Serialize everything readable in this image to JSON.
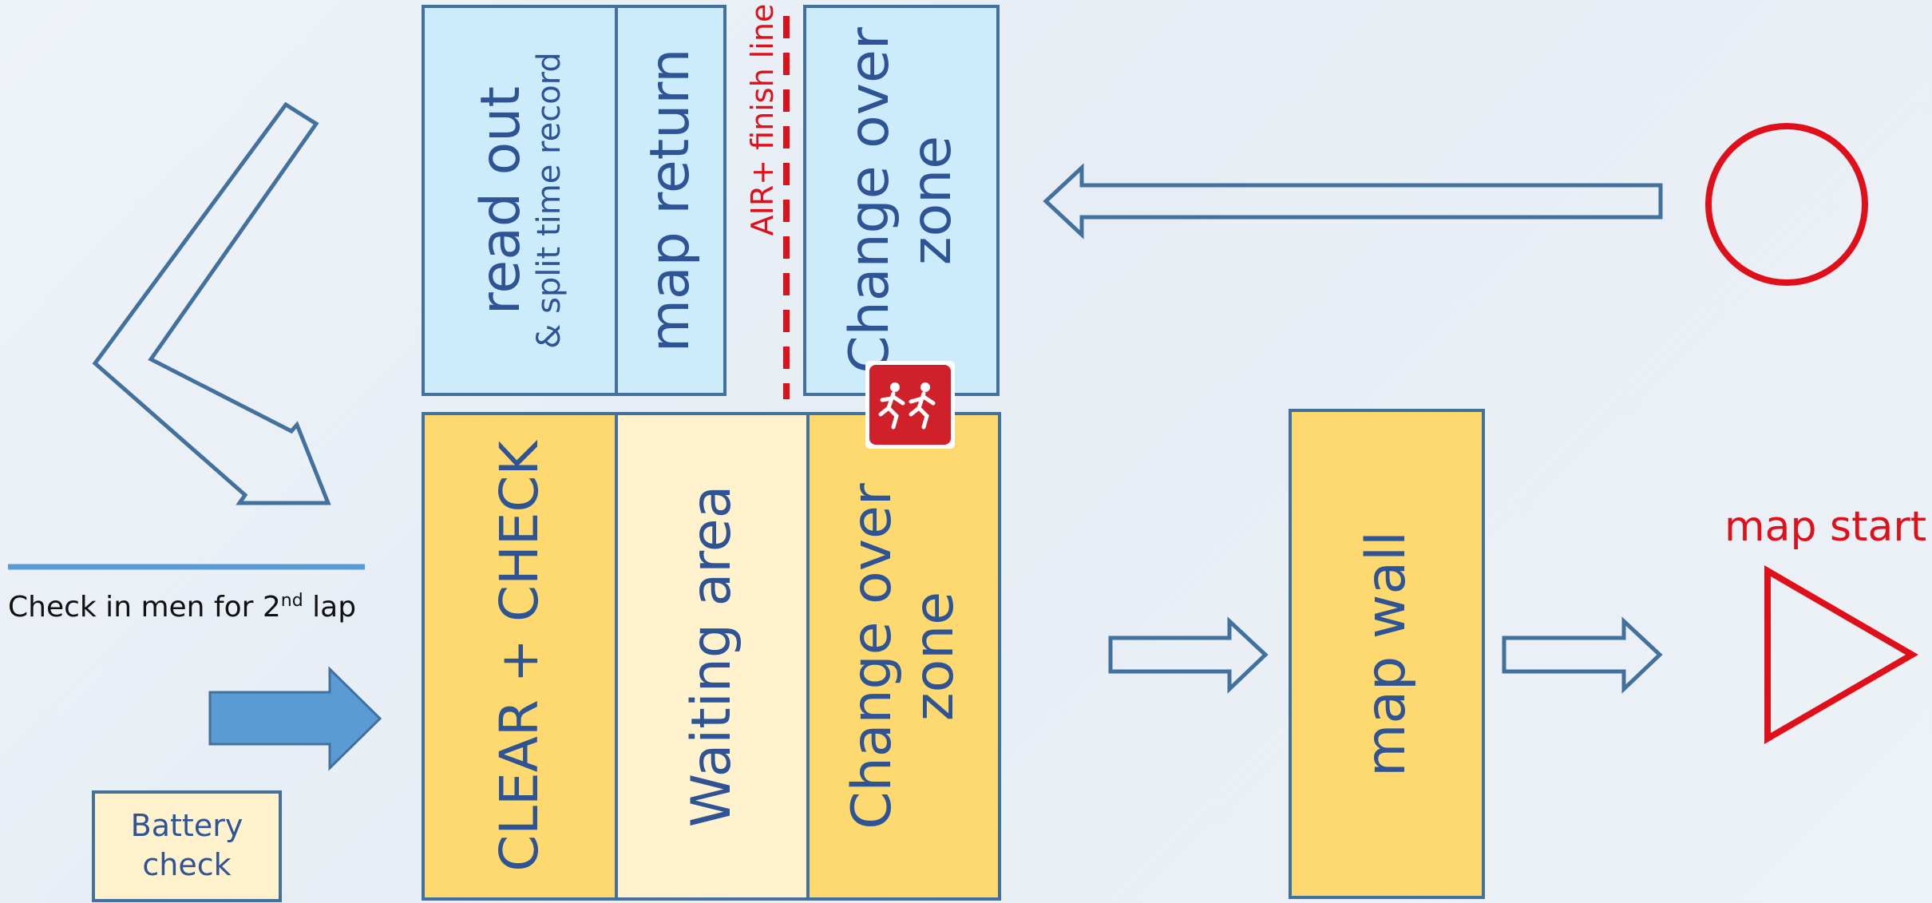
{
  "zones": {
    "read_out": {
      "title": "read out",
      "subtitle": "& split time record"
    },
    "map_return": "map return",
    "air_finish_line": "AIR+ finish line",
    "change_over_top": {
      "line1": "Change over",
      "line2": "zone"
    },
    "clear_check": "CLEAR + CHECK",
    "waiting_area": "Waiting area",
    "change_over_bottom": {
      "line1": "Change over",
      "line2": "zone"
    },
    "map_wall": "map wall"
  },
  "labels": {
    "check_in": {
      "prefix": "Check in men for 2",
      "sup": "nd",
      "suffix": " lap"
    },
    "battery_check": {
      "line1": "Battery",
      "line2": "check"
    },
    "map_start": "map start"
  },
  "colors": {
    "blue_zone": "#ccebfb",
    "yellow_zone": "#fdd96f",
    "cream_zone": "#fff2cc",
    "outline": "#41719c",
    "text_blue": "#2e5496",
    "red": "#e0101a",
    "arrow_fill": "#5b9bd5"
  },
  "icons": [
    "relay-runners-icon",
    "finish-circle-icon",
    "start-triangle-icon"
  ]
}
